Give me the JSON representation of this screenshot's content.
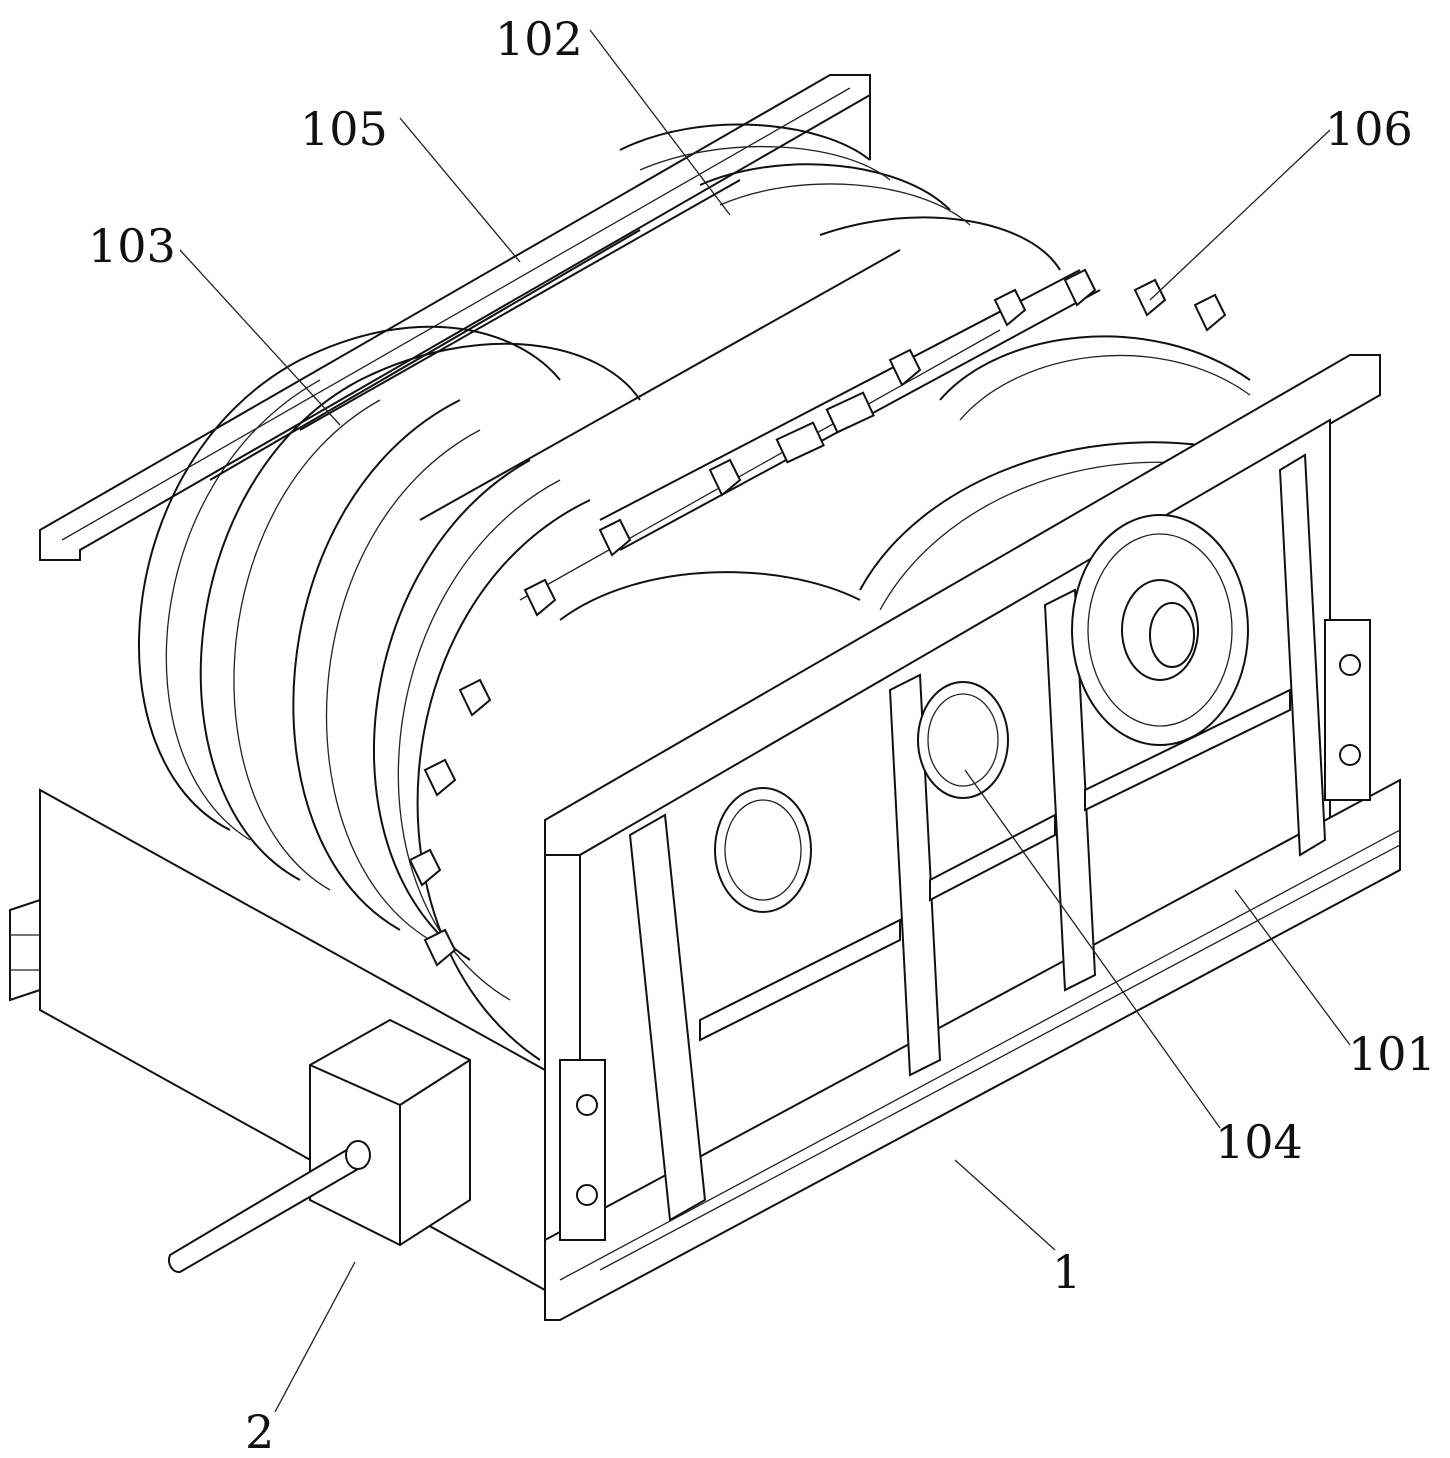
{
  "figure": {
    "labels": {
      "l102": "102",
      "l105": "105",
      "l106": "106",
      "l103": "103",
      "l101": "101",
      "l104": "104",
      "l1": "1",
      "l2": "2"
    }
  }
}
